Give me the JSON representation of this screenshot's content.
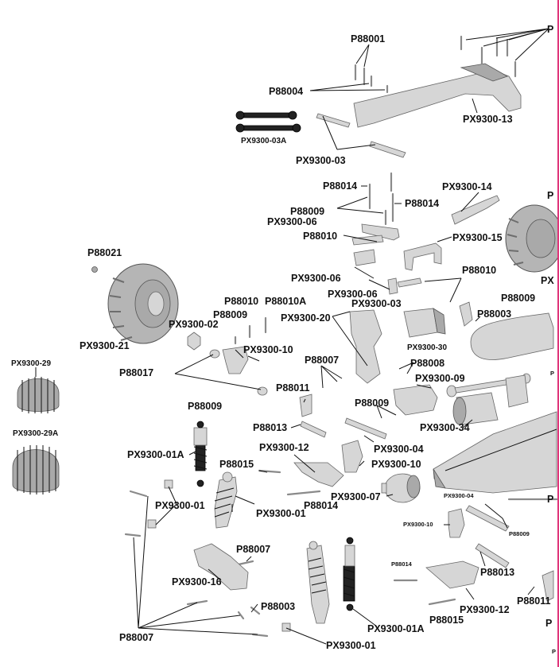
{
  "labels": {
    "p88001": "P88001",
    "p88004": "P88004",
    "px9300_13": "PX9300-13",
    "px9300_03a": "PX9300-03A",
    "px9300_03_top": "PX9300-03",
    "p88014_a": "P88014",
    "p88014_b": "P88014",
    "px9300_14": "PX9300-14",
    "p88009_a": "P88009",
    "px9300_06_a": "PX9300-06",
    "p88010_a": "P88010",
    "px9300_15": "PX9300-15",
    "p88021": "P88021",
    "p88010_b": "P88010",
    "px9300_06_b": "PX9300-06",
    "px9300_06_c": "PX9300-06",
    "px9300_03_mid": "PX9300-03",
    "p88009_b": "P88009",
    "p88010_c": "P88010",
    "p88010a": "P88010A",
    "p88009_c": "P88009",
    "px9300_02": "PX9300-02",
    "px9300_20": "PX9300-20",
    "p88003_a": "P88003",
    "px9300_21": "PX9300-21",
    "px9300_10_a": "PX9300-10",
    "px9300_30": "PX9300-30",
    "px9300_29": "PX9300-29",
    "p88017": "P88017",
    "p88007_a": "P88007",
    "p88008": "P88008",
    "px9300_09": "PX9300-09",
    "p88011_a": "P88011",
    "p88009_d": "P88009",
    "p88009_e": "P88009",
    "px9300_29a": "PX9300-29A",
    "px9300_34": "PX9300-34",
    "p88013_a": "P88013",
    "px9300_04_a": "PX9300-04",
    "px9300_12_a": "PX9300-12",
    "px9300_01a_a": "PX9300-01A",
    "px9300_10_b": "PX9300-10",
    "p88015_a": "P88015",
    "p88014_c": "P88014",
    "px9300_07": "PX9300-07",
    "px9300_04_b": "PX9300-04",
    "px9300_01_a": "PX9300-01",
    "px9300_01_b": "PX9300-01",
    "px9300_10_c": "PX9300-10",
    "p88009_f": "P88009",
    "p88007_b": "P88007",
    "px9300_16": "PX9300-16",
    "p88014_d": "P88014",
    "p88013_b": "P88013",
    "p88011_b": "P88011",
    "px9300_12_b": "PX9300-12",
    "p88003_b": "P88003",
    "px9300_01a_b": "PX9300-01A",
    "p88015_b": "P88015",
    "p88007_c": "P88007",
    "px9300_01_c": "PX9300-01",
    "cut_p_top": "P",
    "cut_p_right1": "P",
    "cut_px_right": "PX",
    "cut_p_right2": "P",
    "cut_p_right3": "P",
    "cut_p_right4": "P",
    "cut_p_bottom": "P"
  },
  "colors": {
    "line": "#111111",
    "part_light": "#d6d6d6",
    "part_mid": "#a9a9a9",
    "part_dark": "#222222",
    "edge_accent": "#e0357a"
  }
}
